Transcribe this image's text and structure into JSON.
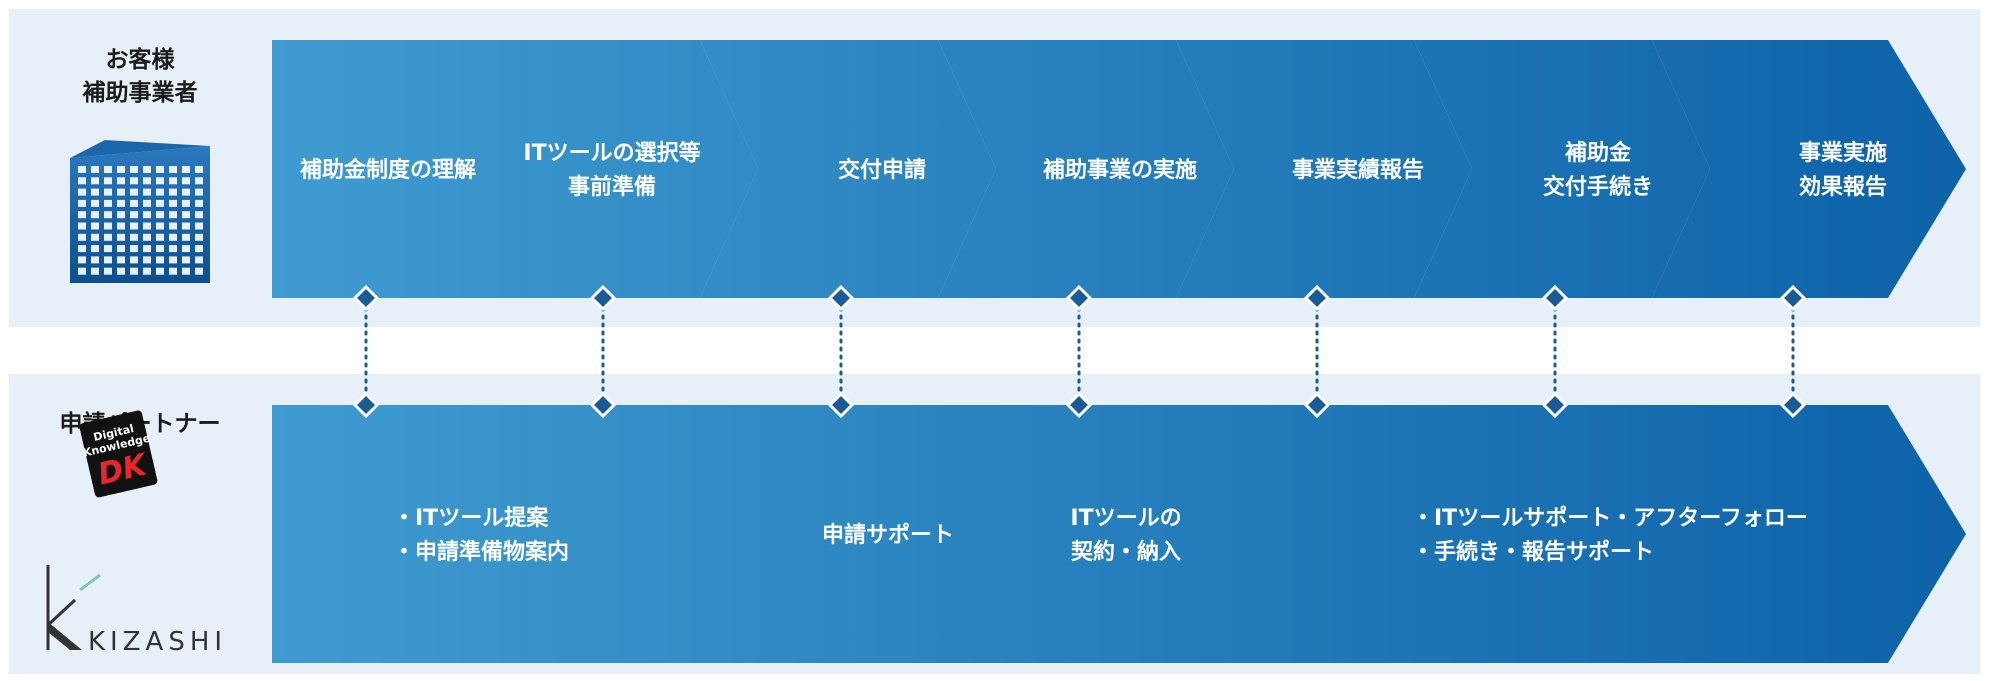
{
  "colors": {
    "band": "#e7eff8",
    "arrow_start": "#3f9bd0",
    "arrow_end": "#0d62a8",
    "connector": "#1a5b96"
  },
  "customer": {
    "label_line1": "お客様",
    "label_line2": "補助事業者",
    "icon": "office-building-icon"
  },
  "partner": {
    "label": "申請パートナー",
    "logo1_line1": "Digital",
    "logo1_line2": "Knowledge",
    "logo1_mark": "DK",
    "logo2_text": "KIZASHI"
  },
  "top_steps": [
    {
      "lines": [
        "補助金制度の理解"
      ]
    },
    {
      "lines": [
        "ITツールの選択等",
        "事前準備"
      ]
    },
    {
      "lines": [
        "交付申請"
      ]
    },
    {
      "lines": [
        "補助事業の実施"
      ]
    },
    {
      "lines": [
        "事業実績報告"
      ]
    },
    {
      "lines": [
        "補助金",
        "交付手続き"
      ]
    },
    {
      "lines": [
        "事業実施",
        "効果報告"
      ]
    }
  ],
  "bottom_steps": [
    {
      "lines": [
        "・ITツール提案",
        "・申請準備物案内"
      ]
    },
    {
      "lines": [
        "申請サポート"
      ]
    },
    {
      "lines": [
        "ITツールの",
        "契約・納入"
      ]
    },
    {
      "lines": [
        "・ITツールサポート・アフターフォロー",
        "・手続き・報告サポート"
      ]
    }
  ]
}
